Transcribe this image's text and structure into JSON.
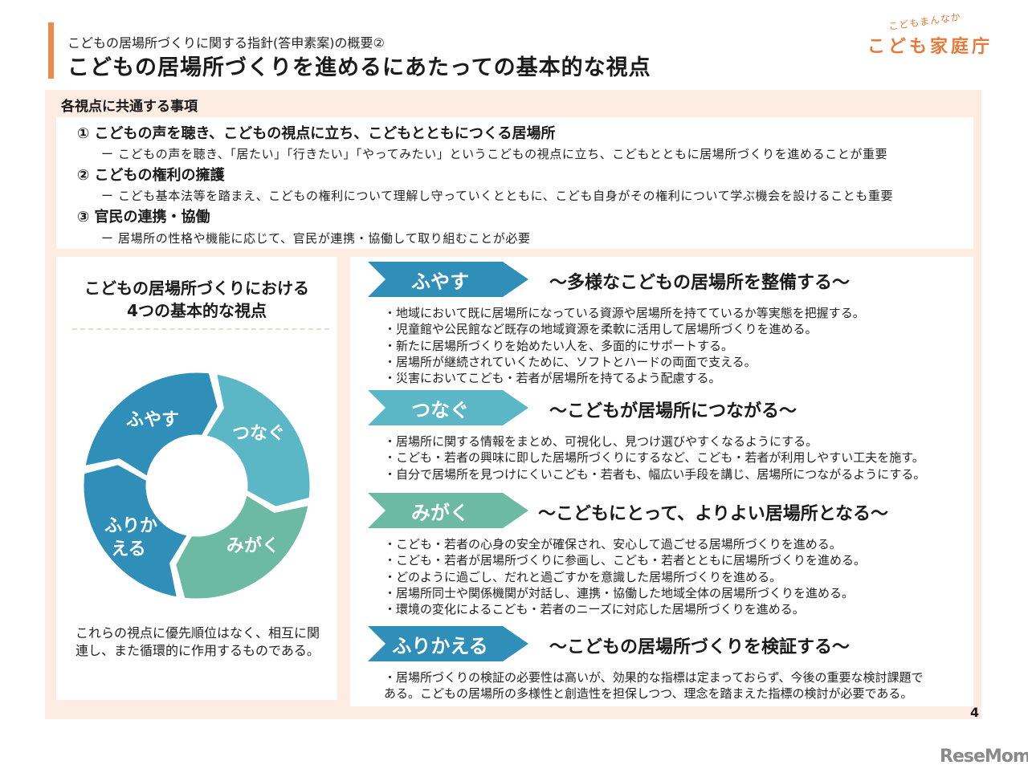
{
  "header": {
    "subtitle": "こどもの居場所づくりに関する指針(答申素案)の概要②",
    "title": "こどもの居場所づくりを進めるにあたっての基本的な視点"
  },
  "logo": {
    "tagline": "こどもまんなか",
    "name": "こども家庭庁"
  },
  "common": {
    "heading": "各視点に共通する事項",
    "items": [
      {
        "title": "① こどもの声を聴き、こどもの視点に立ち、こどもとともにつくる居場所",
        "desc": "ー こどもの声を聴き、「居たい」「行きたい」「やってみたい」というこどもの視点に立ち、こどもとともに居場所づくりを進めることが重要"
      },
      {
        "title": "② こどもの権利の擁護",
        "desc": "ー こども基本法等を踏まえ、こどもの権利について理解し守っていくとともに、こども自身がその権利について学ぶ機会を設けることも重要"
      },
      {
        "title": "③ 官民の連携・協働",
        "desc": "ー 居場所の性格や機能に応じて、官民が連携・協働して取り組むことが必要"
      }
    ]
  },
  "left": {
    "title_line1": "こどもの居場所づくりにおける",
    "title_line2": "4つの基本的な視点",
    "note": "これらの視点に優先順位はなく、相互に関連し、また循環的に作用するものである。",
    "wheel": [
      {
        "label": "ふやす",
        "color": "#2f8fb9"
      },
      {
        "label": "つなぐ",
        "color": "#5bb7c5"
      },
      {
        "label": "みがく",
        "color": "#6cbaa2"
      },
      {
        "label": "ふりかえる",
        "label_line1": "ふりか",
        "label_line2": "える",
        "color": "#2f8fb9"
      }
    ]
  },
  "sections": [
    {
      "tag": "ふやす",
      "color": "#2f8fb9",
      "title": "～多様なこどもの居場所を整備する～",
      "bullets": [
        "・地域において既に居場所になっている資源や居場所を持てているか等実態を把握する。",
        "・児童館や公民館など既存の地域資源を柔軟に活用して居場所づくりを進める。",
        "・新たに居場所づくりを始めたい人を、多面的にサポートする。",
        "・居場所が継続されていくために、ソフトとハードの両面で支える。",
        "・災害においてこども・若者が居場所を持てるよう配慮する。"
      ]
    },
    {
      "tag": "つなぐ",
      "color": "#5bb7c5",
      "title": "～こどもが居場所につながる～",
      "bullets": [
        "・居場所に関する情報をまとめ、可視化し、見つけ選びやすくなるようにする。",
        "・こども・若者の興味に即した居場所づくりにするなど、こども・若者が利用しやすい工夫を施す。",
        "・自分で居場所を見つけにくいこども・若者も、幅広い手段を講じ、居場所につながるようにする。"
      ]
    },
    {
      "tag": "みがく",
      "color": "#6cbaa2",
      "title": "～こどもにとって、よりよい居場所となる～",
      "bullets": [
        "・こども・若者の心身の安全が確保され、安心して過ごせる居場所づくりを進める。",
        "・こども・若者が居場所づくりに参画し、こども・若者とともに居場所づくりを進める。",
        "・どのように過ごし、だれと過ごすかを意識した居場所づくりを進める。",
        "・居場所同士や関係機関が対話し、連携・協働した地域全体の居場所づくりを進める。",
        "・環境の変化によるこども・若者のニーズに対応した居場所づくりを進める。"
      ]
    },
    {
      "tag": "ふりかえる",
      "color": "#2f8fb9",
      "title": "～こどもの居場所づくりを検証する～",
      "bullets": [
        "・居場所づくりの検証の必要性は高いが、効果的な指標は定まっておらず、今後の重要な検討課題で",
        "ある。こどもの居場所の多様性と創造性を担保しつつ、理念を踏まえた指標の検討が必要である。"
      ]
    }
  ],
  "page_number": "4",
  "watermark": "ReseMom"
}
